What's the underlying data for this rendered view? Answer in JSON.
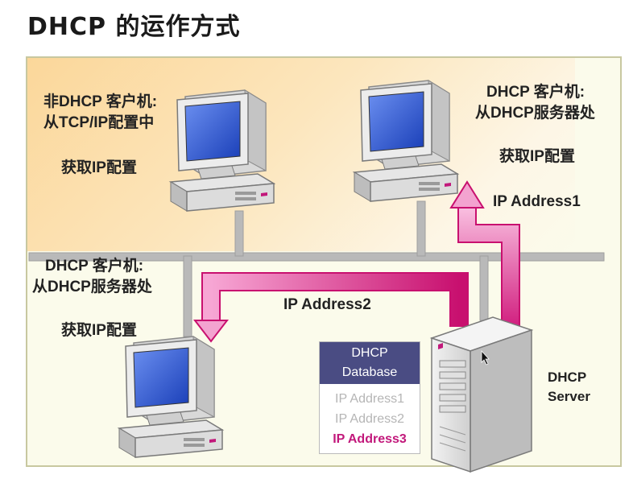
{
  "title": "DHCP 的运作方式",
  "clients": {
    "non_dhcp": {
      "line1": "非DHCP 客户机:",
      "line2": "从TCP/IP配置中",
      "line3": "获取IP配置"
    },
    "dhcp_top": {
      "line1": "DHCP 客户机:",
      "line2": "从DHCP服务器处",
      "line3": "获取IP配置"
    },
    "dhcp_left": {
      "line1": "DHCP 客户机:",
      "line2": "从DHCP服务器处",
      "line3": "获取IP配置"
    }
  },
  "arrows": {
    "to_top_client": "IP Address1",
    "to_left_client": "IP Address2"
  },
  "database": {
    "header_line1": "DHCP",
    "header_line2": "Database",
    "entries": [
      "IP Address1",
      "IP Address2",
      "IP Address3"
    ]
  },
  "server": {
    "line1": "DHCP",
    "line2": "Server"
  },
  "colors": {
    "arrow": "#d9268f",
    "network": "#b9b9b9",
    "db_header": "#4a4c83",
    "highlight": "#c2187b"
  }
}
